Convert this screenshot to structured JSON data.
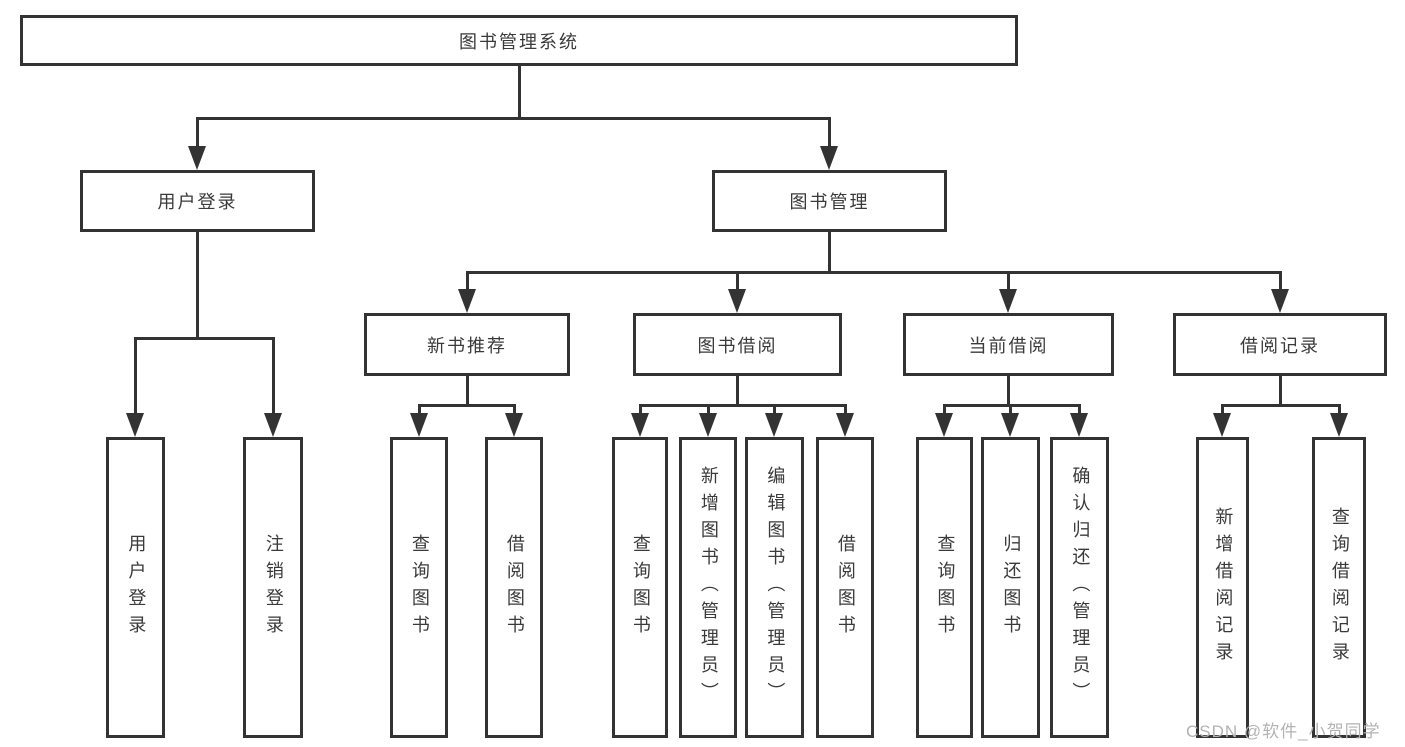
{
  "tree": {
    "root": {
      "label": "图书管理系统"
    },
    "branches": [
      {
        "label": "用户登录",
        "children": [
          {
            "label": "用户登录"
          },
          {
            "label": "注销登录"
          }
        ]
      },
      {
        "label": "图书管理",
        "children": [
          {
            "label": "新书推荐",
            "children": [
              {
                "label": "查询图书"
              },
              {
                "label": "借阅图书"
              }
            ]
          },
          {
            "label": "图书借阅",
            "children": [
              {
                "label": "查询图书"
              },
              {
                "label": "新增图书（管理员）"
              },
              {
                "label": "编辑图书（管理员）"
              },
              {
                "label": "借阅图书"
              }
            ]
          },
          {
            "label": "当前借阅",
            "children": [
              {
                "label": "查询图书"
              },
              {
                "label": "归还图书"
              },
              {
                "label": "确认归还（管理员）"
              }
            ]
          },
          {
            "label": "借阅记录",
            "children": [
              {
                "label": "新增借阅记录"
              },
              {
                "label": "查询借阅记录"
              }
            ]
          }
        ]
      }
    ]
  },
  "watermark": {
    "text": "CSDN @软件_小贺同学"
  },
  "colors": {
    "background": "#ffffff",
    "line": "#333333",
    "box_border": "#333333",
    "text": "#3a3a3a",
    "watermark": "#b3b3b3"
  }
}
